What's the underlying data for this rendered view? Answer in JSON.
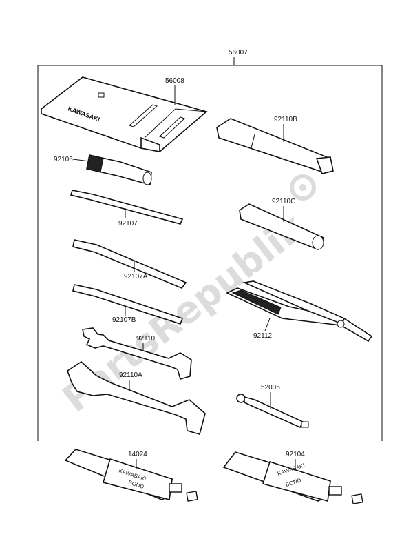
{
  "labels": {
    "kit": "56007",
    "pouch": "56008",
    "box_wrench_b": "92110B",
    "handle": "92106",
    "box_wrench_c": "92110C",
    "screwdriver": "92107",
    "screwdriver_a": "92107A",
    "screwdriver_b": "92107B",
    "pliers": "92112",
    "wrench": "92110",
    "wrench_a": "92110A",
    "spoke_wrench": "52005",
    "bond_left": "14024",
    "bond_right": "92104"
  },
  "pouch_brand": "KAWASAKI",
  "tube_text": {
    "left_line1": "KAWASAKI",
    "left_line2": "BOND",
    "right_line1": "KAWASAKI",
    "right_line2": "BOND"
  },
  "watermark": "PartsRepublik"
}
